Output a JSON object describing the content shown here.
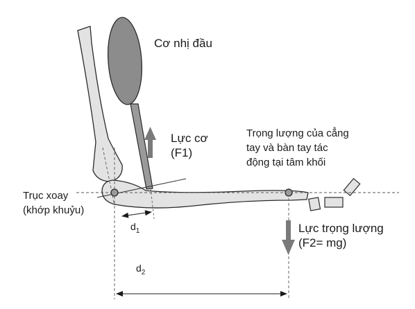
{
  "labels": {
    "biceps": "Cơ nhị đầu",
    "muscle_force_line1": "Lực cơ",
    "muscle_force_line2": "(F1)",
    "weight_desc_line1": "Trọng lượng của cẳng",
    "weight_desc_line2": "tay và bàn tay tác",
    "weight_desc_line3": "động tại tâm khối",
    "pivot_line1": "Trục xoay",
    "pivot_line2": "(khớp khuỷu)",
    "d1_main": "d",
    "d1_sub": "1",
    "d2_main": "d",
    "d2_sub": "2",
    "gravity_force_line1": "Lực trọng lượng",
    "gravity_force_line2": "(F2= mg)"
  },
  "colors": {
    "muscle": "#8c8c8c",
    "bone": "#e3e3e3",
    "force_arrow": "#7a7a7a",
    "outline": "#2a2a2a",
    "dashed": "#555555"
  },
  "icons": {
    "muscle_force_arrow": "arrow-up",
    "gravity_force_arrow": "arrow-down",
    "dimension_arrow": "double-headed-arrow"
  }
}
